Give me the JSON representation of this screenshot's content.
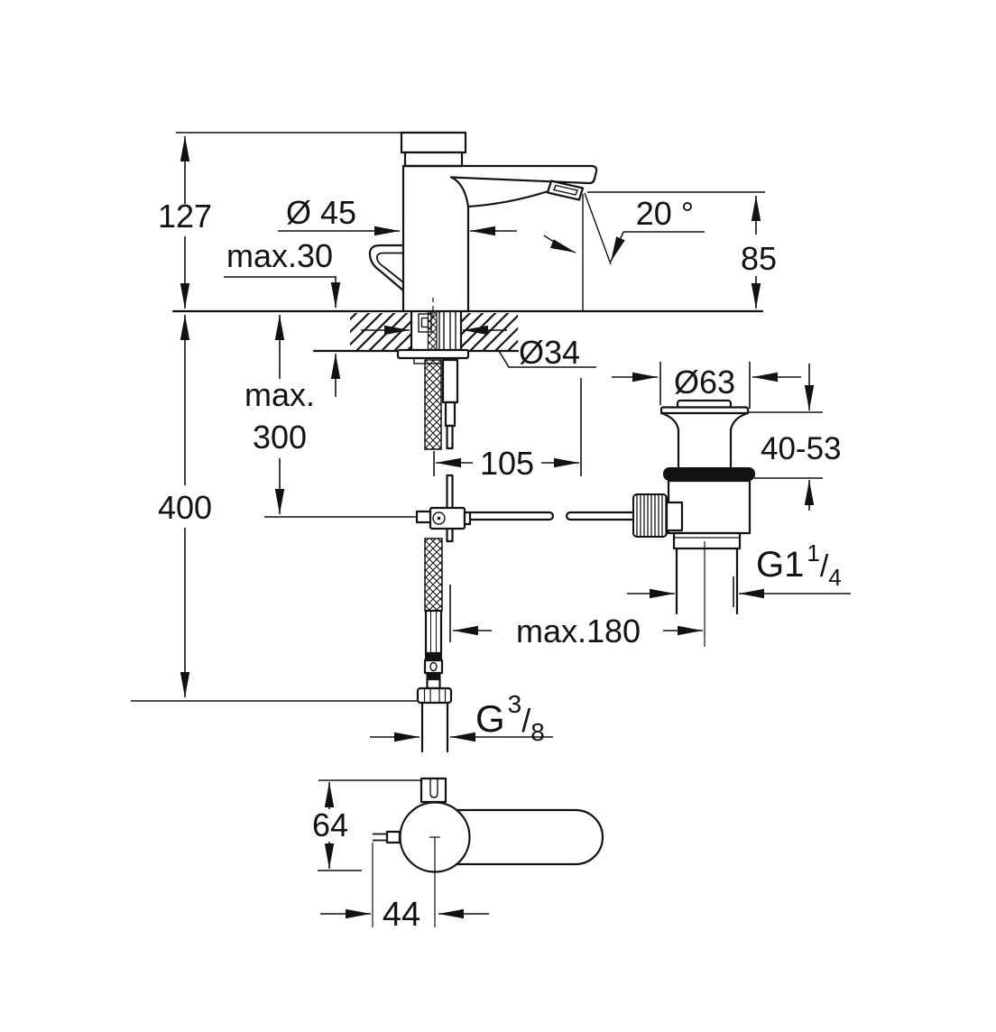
{
  "drawing": {
    "type": "technical-dimension-drawing",
    "subject": "single-hole basin faucet with pop-up waste and supply hose",
    "background_color": "#ffffff",
    "line_color": "#121212",
    "labels": {
      "d127": "127",
      "d45": "Ø 45",
      "max30": "max.30",
      "a20": "20 °",
      "d85": "85",
      "d34": "Ø34",
      "max300a": "max.",
      "max300b": "300",
      "d400": "400",
      "d105": "105",
      "d63": "Ø63",
      "r4053": "40-53",
      "g114_base": "G1",
      "g114_sup": "1",
      "g114_slash": "/",
      "g114_sub": "4",
      "max180": "max.180",
      "g38_base": "G",
      "g38_sup": "3",
      "g38_slash": "/",
      "g38_sub": "8",
      "d64": "64",
      "d44": "44"
    }
  }
}
